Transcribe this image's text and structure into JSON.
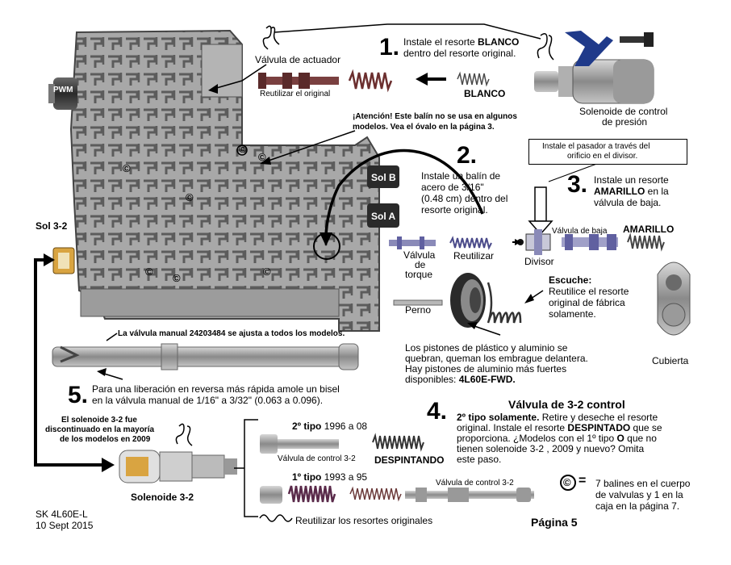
{
  "step1": {
    "num": "1.",
    "text_a": "Instale el resorte ",
    "text_bold": "BLANCO",
    "text_b": "dentro del resorte original.",
    "spring_label": "BLANCO",
    "solenoid_label_1": "Solenoide de control",
    "solenoid_label_2": "de presión"
  },
  "actuator": {
    "label": "Válvula de actuador",
    "reuse": "Reutilizar el original"
  },
  "attention": {
    "line1": "¡Atención! Este balín no se usa en algunos",
    "line2": "modelos. Vea el óvalo en la página 3."
  },
  "pin_note": {
    "line1": "Instale el pasador a través del",
    "line2": "orificio en el divisor."
  },
  "step2": {
    "num": "2.",
    "line1": "Instale un balín de",
    "line2": "acero de 3/16\"",
    "line3": "(0.48 cm) dentro del",
    "line4": "resorte original."
  },
  "step3": {
    "num": "3.",
    "line1": "Instale un resorte",
    "line2_bold": "AMARILLO",
    "line2_rest": " en la",
    "line3": "válvula de baja."
  },
  "body_labels": {
    "pwm": "PWM",
    "sol_b": "Sol B",
    "sol_a": "Sol A",
    "sol32": "Sol 3-2"
  },
  "row2": {
    "valve_torque_1": "Válvula",
    "valve_torque_2": "de",
    "valve_torque_3": "torque",
    "reuse": "Reutilizar",
    "divider": "Divisor",
    "low_valve": "Válvula de baja",
    "yellow": "AMARILLO"
  },
  "piston": {
    "pin": "Perno",
    "escuche_title": "Escuche:",
    "escuche_1": "Reutilice el resorte",
    "escuche_2": "original de fábrica",
    "escuche_3": "solamente.",
    "cover": "Cubierta",
    "note1": "Los pistones de plástico y aluminio se",
    "note2": "quebran, queman los embrague delantera.",
    "note3": "Hay pistones de aluminio más fuertes",
    "note4_a": "disponibles: ",
    "note4_bold": "4L60E-FWD."
  },
  "manual_valve": {
    "label": "La válvula manual 24203484 se ajusta a todos los modelos."
  },
  "step5": {
    "num": "5.",
    "line1": "Para una liberación en reversa más rápida amole un bisel",
    "line2": "en la válvula manual de 1/16\" a 3/32\" (0.063 a 0.096)."
  },
  "step4": {
    "num": "4.",
    "title": "Válvula de 3-2 control",
    "line1_bold": "2º tipo solamente.",
    "line1_rest": " Retire y deseche el resorte",
    "line2_a": "original. Instale el resorte ",
    "line2_bold": "DESPINTADO",
    "line2_b": " que se",
    "line3_a": "proporciona. ¿Modelos con el 1º tipo ",
    "line3_bold": "O",
    "line3_b": " que no",
    "line4": "tienen solenoide 3-2 , 2009 y nuevo? Omita",
    "line5": "este paso."
  },
  "sol32_bottom": {
    "disc1": "El solenoide 3-2 fue",
    "disc2": "discontinuado en la mayoría",
    "disc3": "de los modelos en 2009",
    "label": "Solenoide 3-2"
  },
  "types": {
    "type2_bold": "2º tipo",
    "type2_years": " 1996 a 08",
    "valve_label_small": "Válvula de control 3-2",
    "unpainted": "DESPINTANDO",
    "type1_bold": "1º tipo",
    "type1_years": " 1993 a 95",
    "valve_label_2": "Válvula de control 3-2",
    "reuse_springs": "Reutilizar los resortes originales"
  },
  "legend": {
    "symbol": "©",
    "eq": "=",
    "line1": "7 balines en el cuerpo",
    "line2": "de valvulas y 1 en la",
    "line3": "caja en la página 7."
  },
  "footer": {
    "code": "SK 4L60E-L",
    "date": "10 Sept 2015",
    "page": "Página 5"
  },
  "colors": {
    "body_gray": "#9a9a9a",
    "part_gray": "#8c8c8c",
    "spring_brown": "#6b2e2e",
    "spring_white": "#4a4a4a",
    "clip_blue": "#1f3a8a"
  }
}
